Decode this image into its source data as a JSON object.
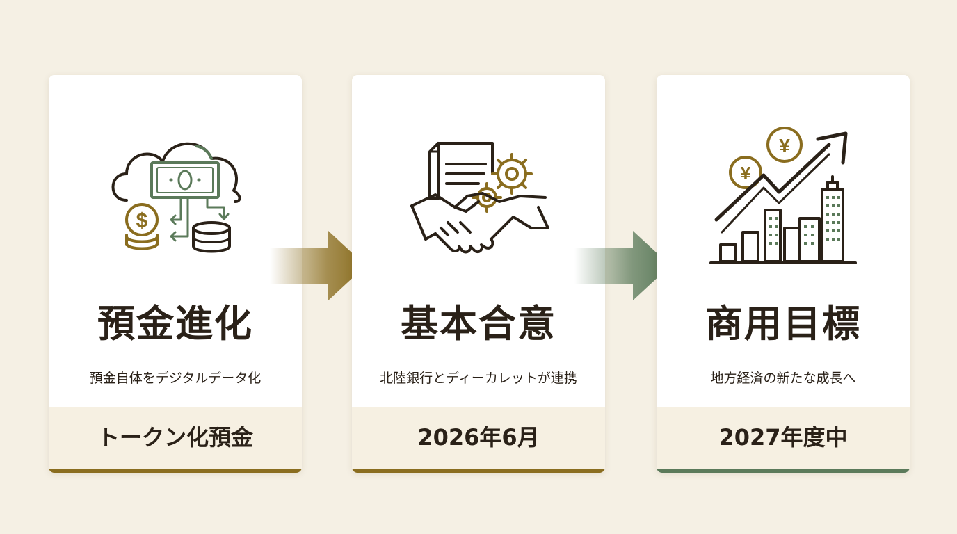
{
  "colors": {
    "background": "#f5f0e4",
    "gold": "#8a6d1f",
    "green": "#5b7a5a",
    "ink": "#2a2118"
  },
  "steps": [
    {
      "icon": "cloud-money-icon",
      "title": "預金進化",
      "description": "預金自体をデジタルデータ化",
      "footer": "トークン化預金",
      "bar_color": "#8a6d1f"
    },
    {
      "icon": "handshake-document-gear-icon",
      "title": "基本合意",
      "description": "北陸銀行とディーカレットが連携",
      "footer": "2026年6月",
      "bar_color": "#8a6d1f"
    },
    {
      "icon": "growth-chart-city-icon",
      "title": "商用目標",
      "description": "地方経済の新たな成長へ",
      "footer": "2027年度中",
      "bar_color": "#5b7a5a"
    }
  ],
  "arrows": [
    {
      "icon": "arrow-right-icon",
      "color": "#8a6d1f"
    },
    {
      "icon": "arrow-right-icon",
      "color": "#5b7a5a"
    }
  ]
}
